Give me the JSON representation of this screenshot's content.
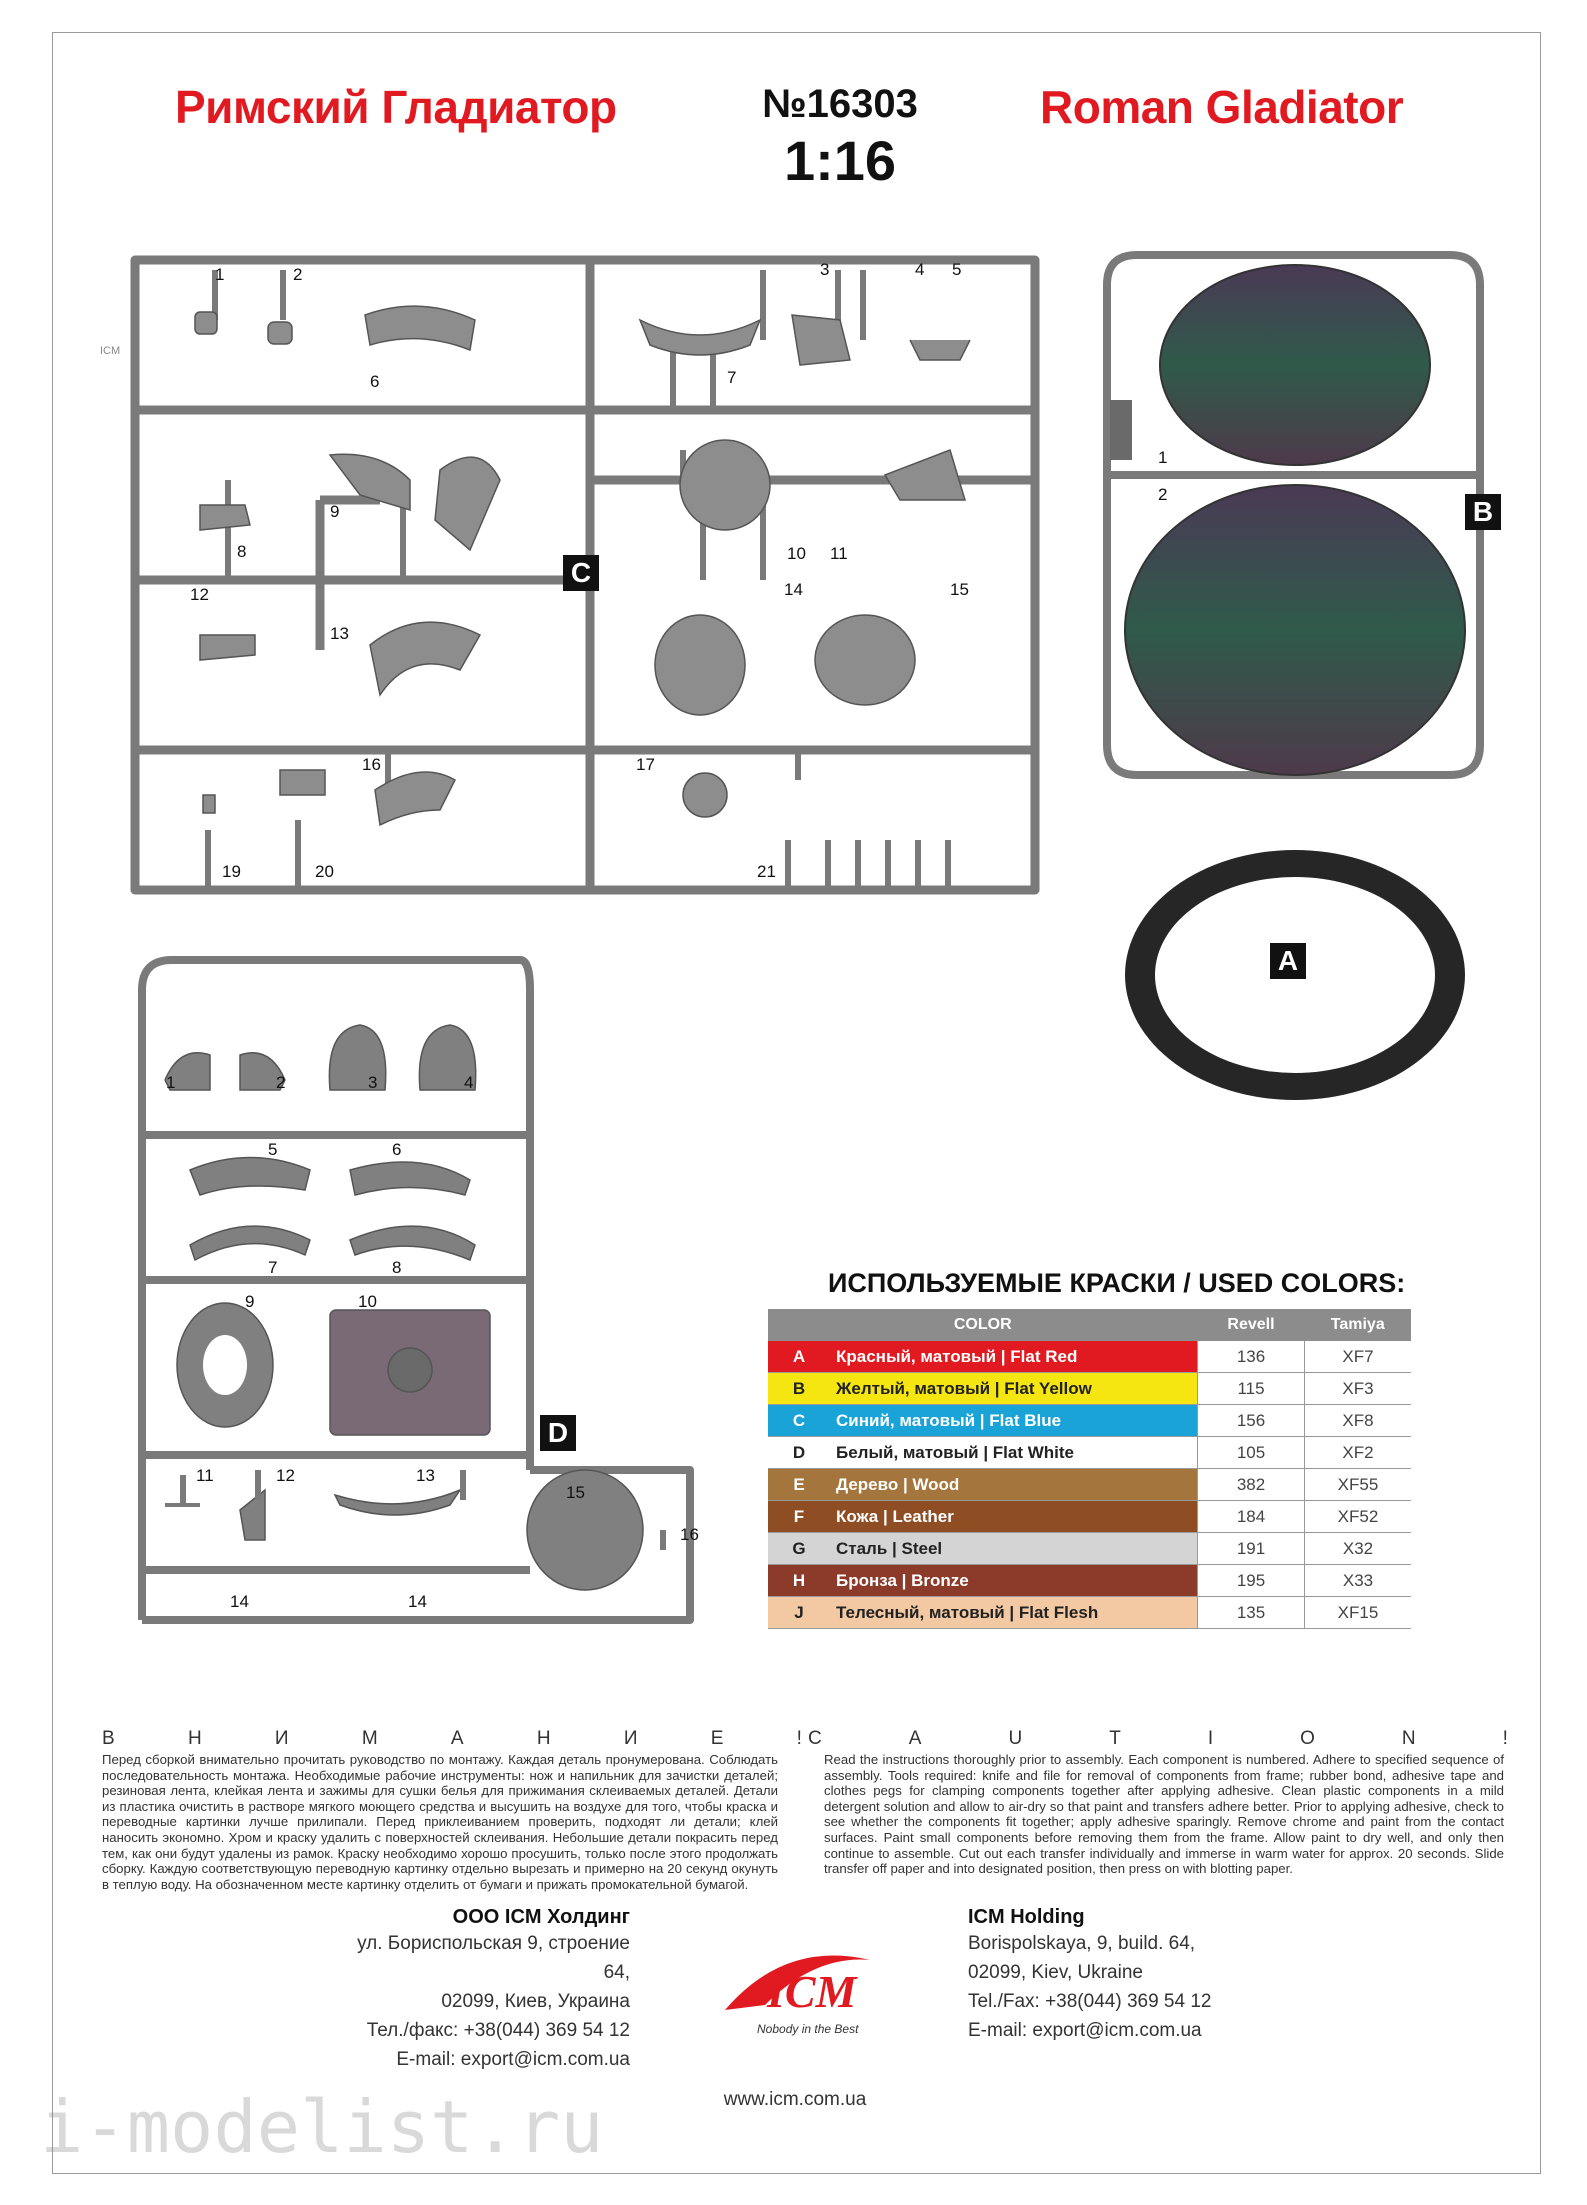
{
  "header": {
    "title_ru": "Римский Гладиатор",
    "title_en": "Roman Gladiator",
    "kit_number": "№16303",
    "scale": "1:16"
  },
  "sprues": {
    "C": {
      "letter": "C",
      "parts": [
        "1",
        "2",
        "3",
        "4",
        "5",
        "6",
        "7",
        "8",
        "9",
        "10",
        "11",
        "12",
        "13",
        "14",
        "15",
        "16",
        "17",
        "19",
        "20",
        "21"
      ],
      "small_mark": "ICM"
    },
    "B": {
      "letter": "B",
      "parts": [
        "1",
        "2"
      ]
    },
    "A": {
      "letter": "A"
    },
    "D": {
      "letter": "D",
      "parts": [
        "1",
        "2",
        "3",
        "4",
        "5",
        "6",
        "7",
        "8",
        "9",
        "10",
        "11",
        "12",
        "13",
        "15",
        "16",
        "14",
        "14"
      ]
    }
  },
  "colors": {
    "title": "ИСПОЛЬЗУЕМЫЕ КРАСКИ / USED COLORS:",
    "headers": {
      "color": "COLOR",
      "revell": "Revell",
      "tamiya": "Tamiya"
    },
    "rows": [
      {
        "code": "A",
        "name": "Красный, матовый | Flat Red",
        "revell": "136",
        "tamiya": "XF7",
        "bg": "#e01a20",
        "fg": "#ffffff"
      },
      {
        "code": "B",
        "name": "Желтый, матовый | Flat Yellow",
        "revell": "115",
        "tamiya": "XF3",
        "bg": "#f5e612",
        "fg": "#222222"
      },
      {
        "code": "C",
        "name": "Синий, матовый | Flat Blue",
        "revell": "156",
        "tamiya": "XF8",
        "bg": "#1aa3d6",
        "fg": "#ffffff"
      },
      {
        "code": "D",
        "name": "Белый, матовый | Flat White",
        "revell": "105",
        "tamiya": "XF2",
        "bg": "#ffffff",
        "fg": "#222222"
      },
      {
        "code": "E",
        "name": "Дерево | Wood",
        "revell": "382",
        "tamiya": "XF55",
        "bg": "#a4763d",
        "fg": "#ffffff"
      },
      {
        "code": "F",
        "name": "Кожа | Leather",
        "revell": "184",
        "tamiya": "XF52",
        "bg": "#8f4d24",
        "fg": "#ffffff"
      },
      {
        "code": "G",
        "name": "Сталь | Steel",
        "revell": "191",
        "tamiya": "X32",
        "bg": "#d4d4d4",
        "fg": "#222222"
      },
      {
        "code": "H",
        "name": "Бронза | Bronze",
        "revell": "195",
        "tamiya": "X33",
        "bg": "#8c3a2a",
        "fg": "#ffffff"
      },
      {
        "code": "J",
        "name": "Телесный, матовый | Flat Flesh",
        "revell": "135",
        "tamiya": "XF15",
        "bg": "#f3c9a4",
        "fg": "#222222"
      }
    ]
  },
  "warnings": {
    "ru_letters": [
      "В",
      "Н",
      "И",
      "М",
      "А",
      "Н",
      "И",
      "Е",
      "!"
    ],
    "en_letters": [
      "C",
      "A",
      "U",
      "T",
      "I",
      "O",
      "N",
      "!"
    ],
    "ru_text": "Перед сборкой внимательно прочитать руководство по монтажу. Каждая деталь пронумерована. Соблюдать последовательность монтажа. Необходимые рабочие инструменты: нож и напильник для зачистки деталей; резиновая лента, клейкая лента и зажимы для сушки белья для прижимания склеиваемых деталей. Детали из пластика очистить в растворе мягкого моющего средства и высушить на воздухе для того, чтобы краска и переводные картинки лучше прилипали. Перед приклеиванием проверить, подходят ли детали; клей наносить экономно. Хром и краску удалить с поверхностей склеивания. Небольшие детали покрасить перед тем, как они будут удалены из рамок. Краску необходимо хорошо просушить, только после этого продолжать сборку. Каждую соответствующую переводную картинку отдельно вырезать и примерно на 20 секунд окунуть в теплую воду. На обозначенном месте картинку отделить от бумаги и прижать промокательной бумагой.",
    "en_text": "Read the instructions thoroughly prior to assembly. Each component is numbered. Adhere to specified sequence of assembly. Tools required: knife and file for removal of components from frame; rubber bond, adhesive tape and clothes pegs for clamping components together after applying adhesive. Clean plastic components in a mild detergent solution and allow to air-dry so that paint and transfers adhere better. Prior to applying adhesive, check to see whether the components fit together; apply adhesive sparingly. Remove chrome and paint from the contact surfaces. Paint small components before removing them from the frame. Allow paint to dry well, and only then continue to assemble. Cut out each transfer individually and immerse in warm water for approx. 20 seconds. Slide transfer off paper and into designated position, then press on with blotting paper."
  },
  "footer": {
    "ru": {
      "name": "ООО ICM Холдинг",
      "address1": "ул. Бориспольская 9, строение 64,",
      "address2": "02099, Киев, Украина",
      "phone": "Тел./факс: +38(044) 369 54 12",
      "email": "E-mail: export@icm.com.ua"
    },
    "en": {
      "name": "ICM Holding",
      "address1": "Borispolskaya, 9, build. 64,",
      "address2": "02099, Kiev, Ukraine",
      "phone": "Tel./Fax: +38(044) 369 54 12",
      "email": "E-mail: export@icm.com.ua"
    },
    "logo_text": "ICM",
    "logo_tagline": "Nobody in the Best",
    "website": "www.icm.com.ua"
  },
  "watermark": "i-modelist.ru"
}
